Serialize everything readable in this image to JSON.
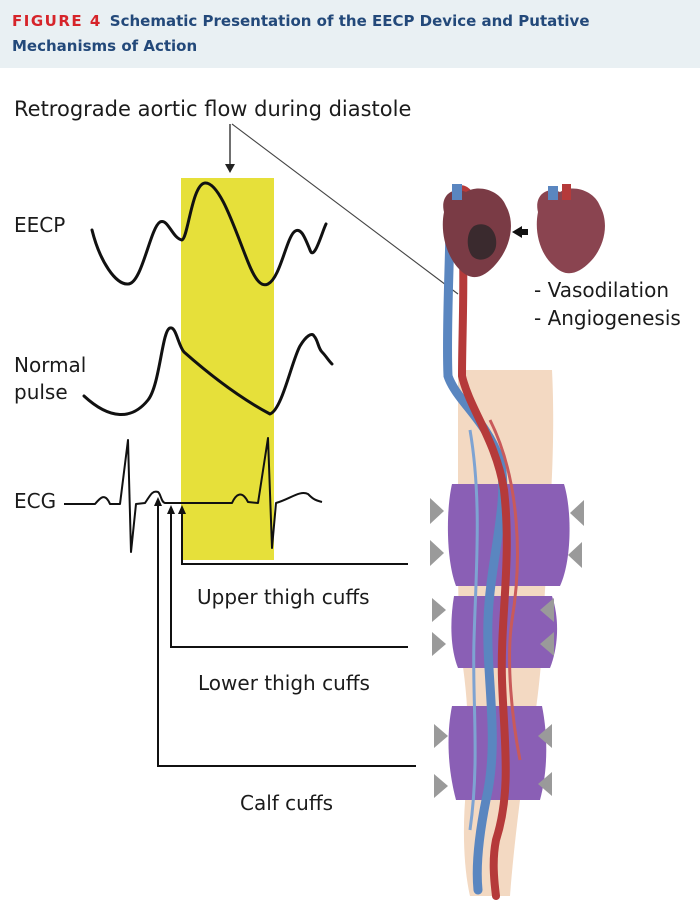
{
  "caption": {
    "figure_label": "FIGURE 4",
    "title": "Schematic Presentation of the EECP Device and Putative Mechanisms of Action"
  },
  "diagram": {
    "top_label": "Retrograde aortic flow during diastole",
    "traces": {
      "eecp": "EECP",
      "normal_line1": "Normal",
      "normal_line2": "pulse",
      "ecg": "ECG"
    },
    "cuffs": {
      "upper": "Upper thigh cuffs",
      "lower": "Lower thigh cuffs",
      "calf": "Calf cuffs"
    },
    "effects": [
      "- Vasodilation",
      "- Angiogenesis"
    ],
    "colors": {
      "highlight": "#e6e03a",
      "caption_red": "#d6242a",
      "caption_blue": "#23497a",
      "cuff": "#8a5fb5",
      "skin": "#f3d9c2",
      "artery": "#b53a3a",
      "vein": "#5a86c0"
    }
  }
}
